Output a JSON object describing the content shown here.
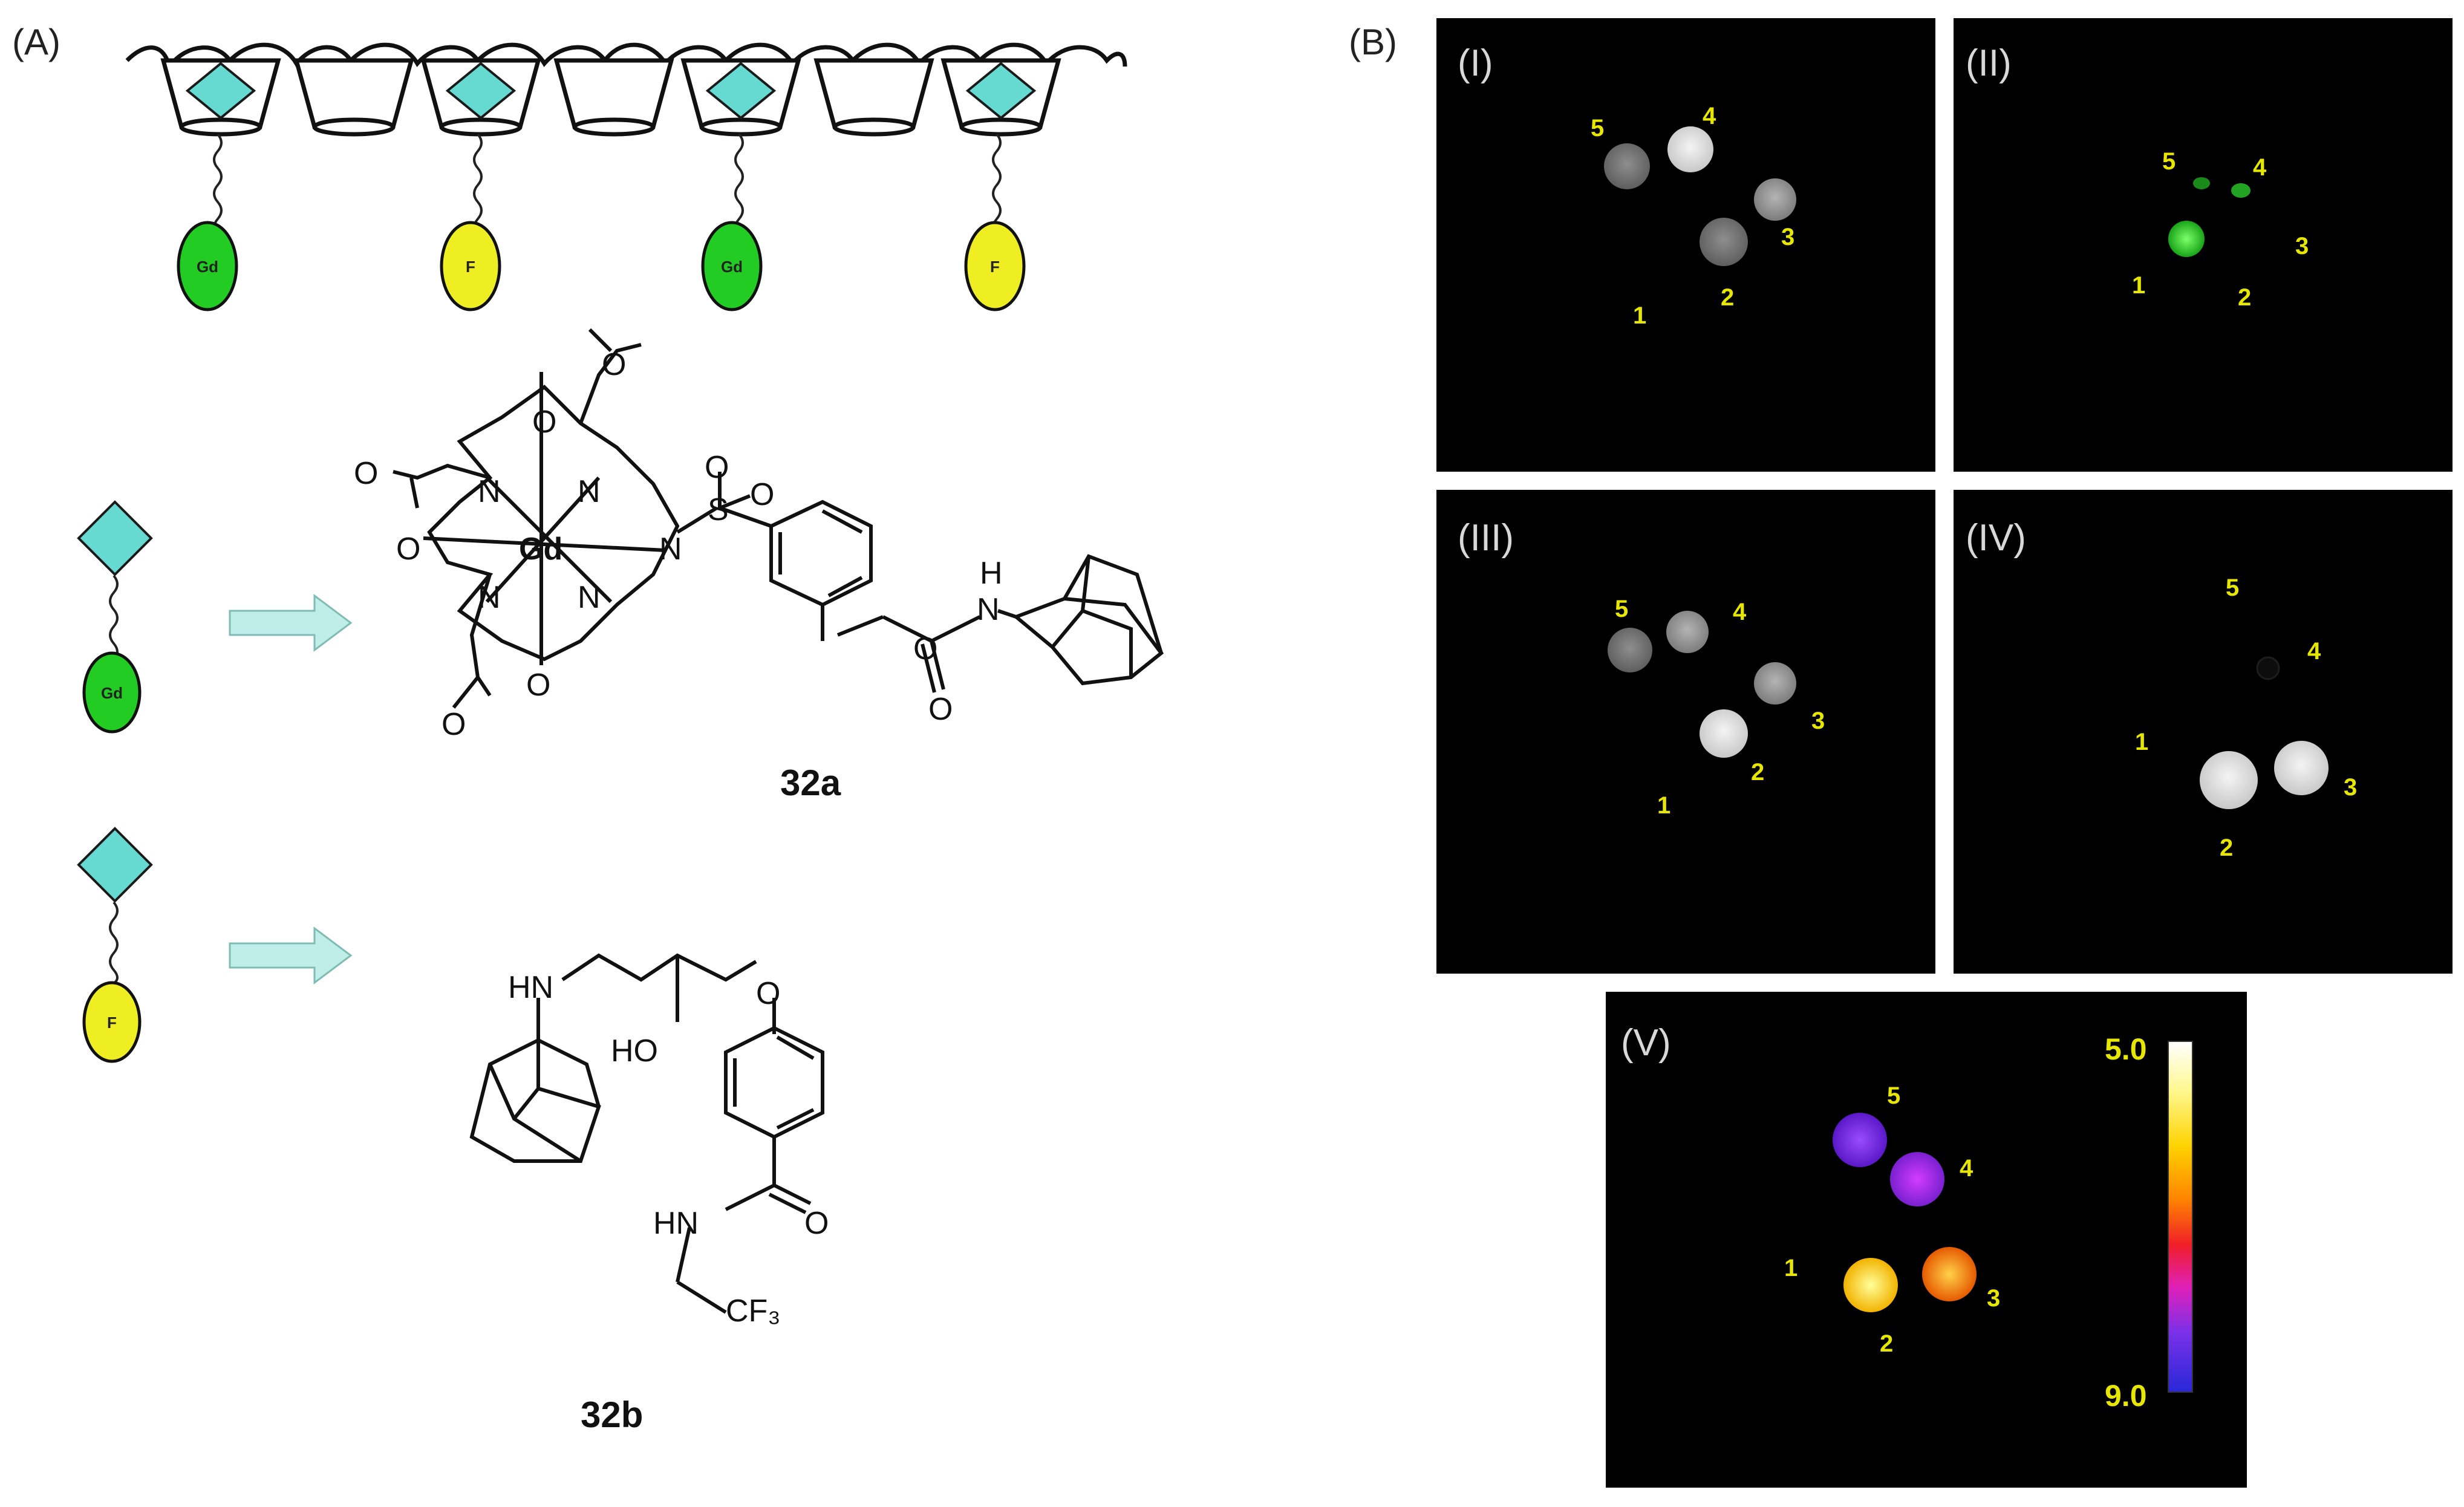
{
  "panel_a": {
    "label": "(A)",
    "bead_labels": [
      "Gd",
      "F",
      "Gd",
      "F"
    ],
    "compound_a": {
      "name": "32a",
      "atoms": {
        "gd": "Gd",
        "n": "N",
        "o": "O",
        "s": "S",
        "h": "H",
        "nh": "N"
      }
    },
    "compound_b": {
      "name": "32b",
      "atoms": {
        "hn": "HN",
        "ho": "HO",
        "o": "O",
        "hn2": "HN",
        "cf3": "CF₃"
      }
    },
    "legend_bead_labels": [
      "Gd",
      "F"
    ]
  },
  "panel_b": {
    "label": "(B)",
    "panels": [
      {
        "roman": "(I)",
        "numbers": [
          "5",
          "4",
          "3",
          "2",
          "1"
        ]
      },
      {
        "roman": "(II)",
        "numbers": [
          "5",
          "4",
          "3",
          "2",
          "1"
        ]
      },
      {
        "roman": "(III)",
        "numbers": [
          "5",
          "4",
          "3",
          "2",
          "1"
        ]
      },
      {
        "roman": "(IV)",
        "numbers": [
          "5",
          "4",
          "3",
          "2",
          "1"
        ]
      },
      {
        "roman": "(V)",
        "numbers": [
          "5",
          "4",
          "3",
          "2",
          "1"
        ]
      }
    ],
    "colorbar": {
      "top": "5.0",
      "bottom": "9.0"
    }
  },
  "colors": {
    "gd_bead": "#22cc22",
    "f_bead": "#eeee22",
    "diamond": "#66d9d0",
    "arrow": "#bfeee8",
    "panel_bg": "#000000",
    "number_text": "#e6e600"
  }
}
